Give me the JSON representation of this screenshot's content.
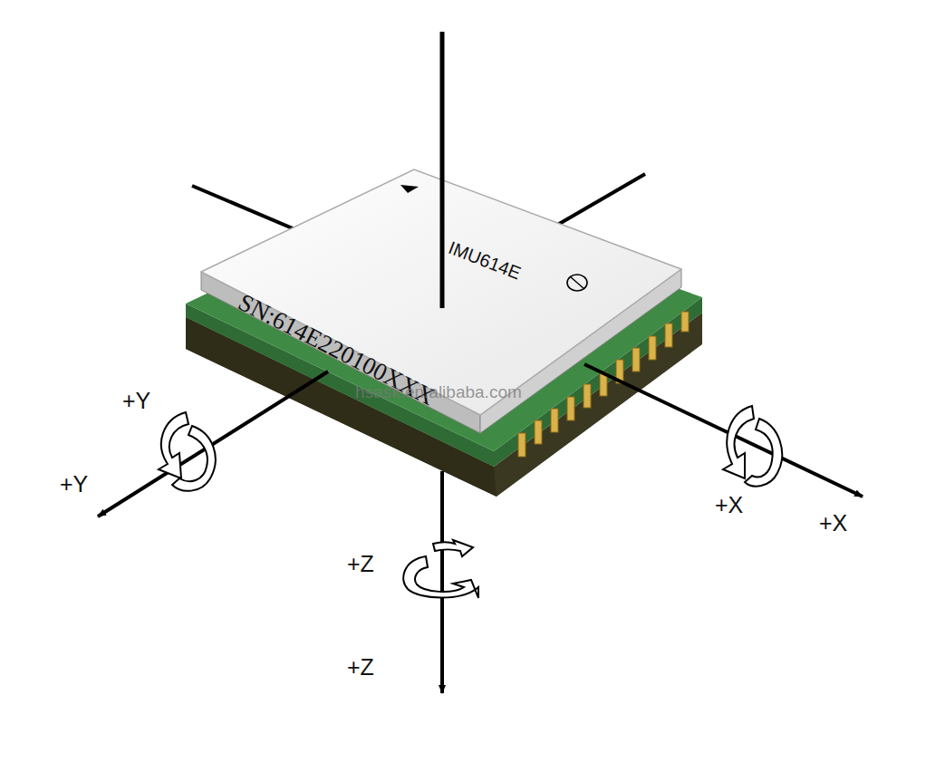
{
  "diagram": {
    "labels": [
      "IMU614E",
      "SN:614E220100XXX",
      "hsask.en.alibaba.com",
      "+Y",
      "+Y",
      "+X",
      "+X",
      "+Z",
      "+Z"
    ]
  }
}
